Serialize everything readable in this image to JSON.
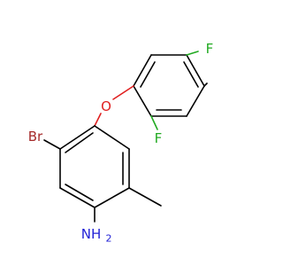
{
  "molecule": {
    "atoms": {
      "O": {
        "text": "O",
        "color": "#e02020"
      },
      "Br": {
        "text": "Br",
        "color": "#a52a2a"
      },
      "F_top": {
        "text": "F",
        "color": "#22aa22"
      },
      "F_mid": {
        "text": "F",
        "color": "#22aa22"
      },
      "N": {
        "text": "NH",
        "color": "#1f1fd6"
      },
      "N_sub": {
        "text": "2",
        "color": "#1f1fd6"
      }
    }
  }
}
